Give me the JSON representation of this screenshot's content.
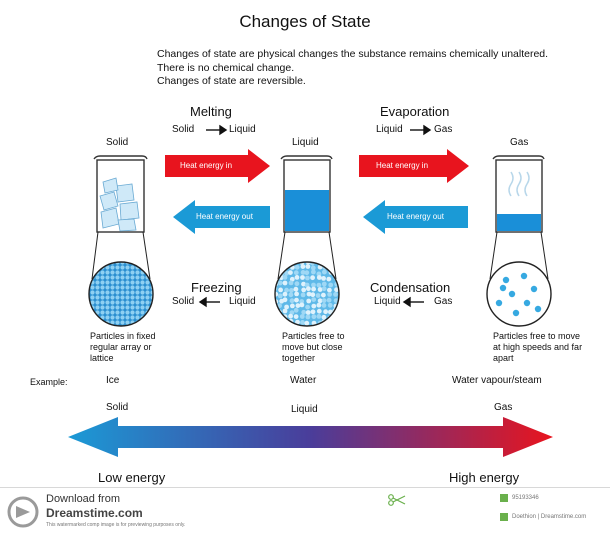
{
  "title": "Changes of State",
  "intro": [
    "Changes of state are physical changes the substance remains chemically unaltered.",
    "There is no chemical change.",
    "Changes of state are reversible."
  ],
  "processes": {
    "melting": {
      "title": "Melting",
      "from": "Solid",
      "to": "Liquid"
    },
    "evaporation": {
      "title": "Evaporation",
      "from": "Liquid",
      "to": "Gas"
    },
    "freezing": {
      "title": "Freezing",
      "from": "Solid",
      "to": "Liquid"
    },
    "condensation": {
      "title": "Condensation",
      "from": "Liquid",
      "to": "Gas"
    }
  },
  "arrows": {
    "heat_in": "Heat energy in",
    "heat_out": "Heat energy out"
  },
  "states": {
    "solid": {
      "label": "Solid",
      "description": "Particles in fixed regular array or lattice"
    },
    "liquid": {
      "label": "Liquid",
      "description": "Particles free to move but close together"
    },
    "gas": {
      "label": "Gas",
      "description": "Particles free to move at high speeds and far apart"
    }
  },
  "example": {
    "label": "Example:",
    "solid": "Ice",
    "liquid": "Water",
    "gas": "Water vapour/steam"
  },
  "scale": {
    "solid": "Solid",
    "liquid": "Liquid",
    "gas": "Gas",
    "low": "Low energy",
    "high": "High energy"
  },
  "footer": {
    "download": "Download from",
    "site": "Dreamstime.com",
    "note": "This watermarked comp image is for previewing purposes only.",
    "id": "95193346",
    "credit": "Doethion | Dreamstime.com"
  },
  "colors": {
    "heat_in": "#e8141e",
    "heat_out": "#1b9ad6",
    "water": "#1a8fd8",
    "particle": "#36a9e1"
  }
}
